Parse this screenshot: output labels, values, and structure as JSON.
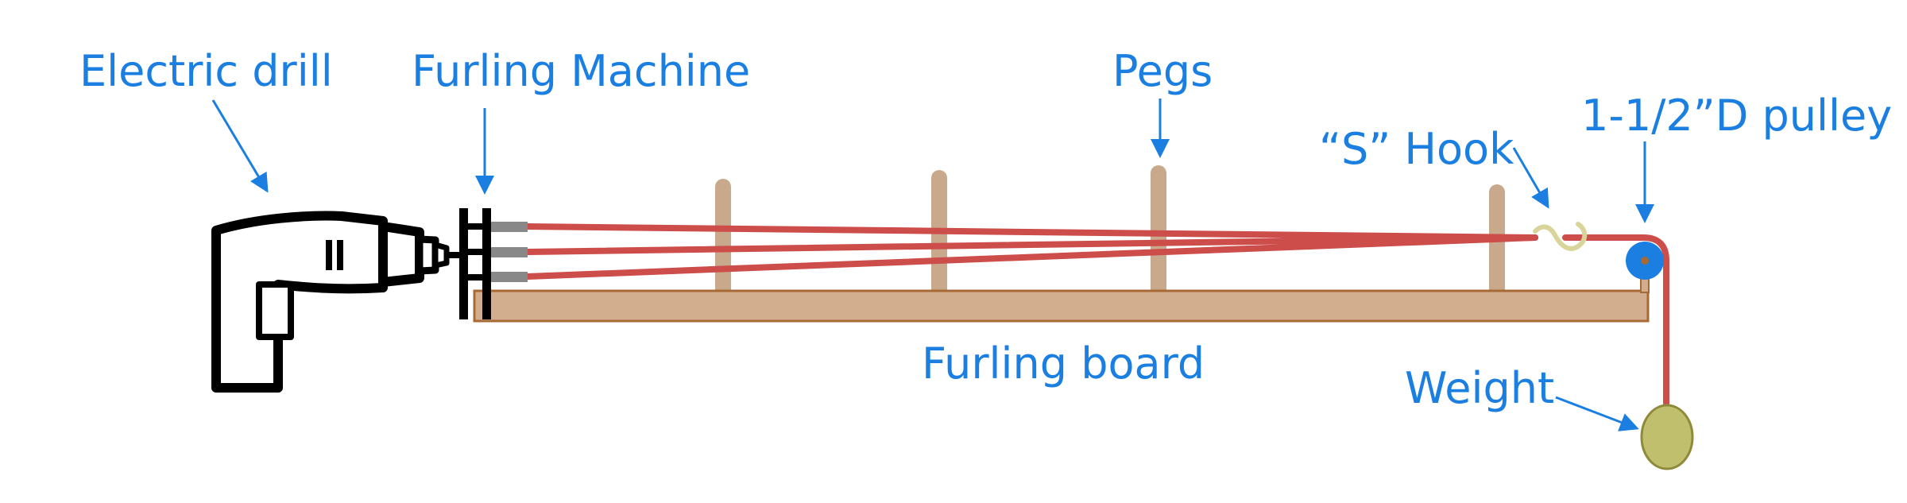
{
  "labels": {
    "electric_drill": "Electric drill",
    "furling_machine": "Furling Machine",
    "pegs": "Pegs",
    "s_hook": "“S” Hook",
    "pulley": "1-1/2”D pulley",
    "furling_board": "Furling board",
    "weight": "Weight"
  },
  "colors": {
    "label": "#1a7fe0",
    "arrow": "#1a7fe0",
    "string": "#cc4d4a",
    "board": "#d3ae8e",
    "board_edge": "#a86a35",
    "peg": "#c9a98c",
    "pulley": "#1a7fe0",
    "weight": "#bfbf6e",
    "hook": "#d9d59a",
    "drill_outline": "#000000",
    "drill_fill": "#ffffff"
  },
  "icons": [
    "drill-icon",
    "furling-machine-icon",
    "peg-icon",
    "s-hook-icon",
    "pulley-icon",
    "weight-icon"
  ]
}
